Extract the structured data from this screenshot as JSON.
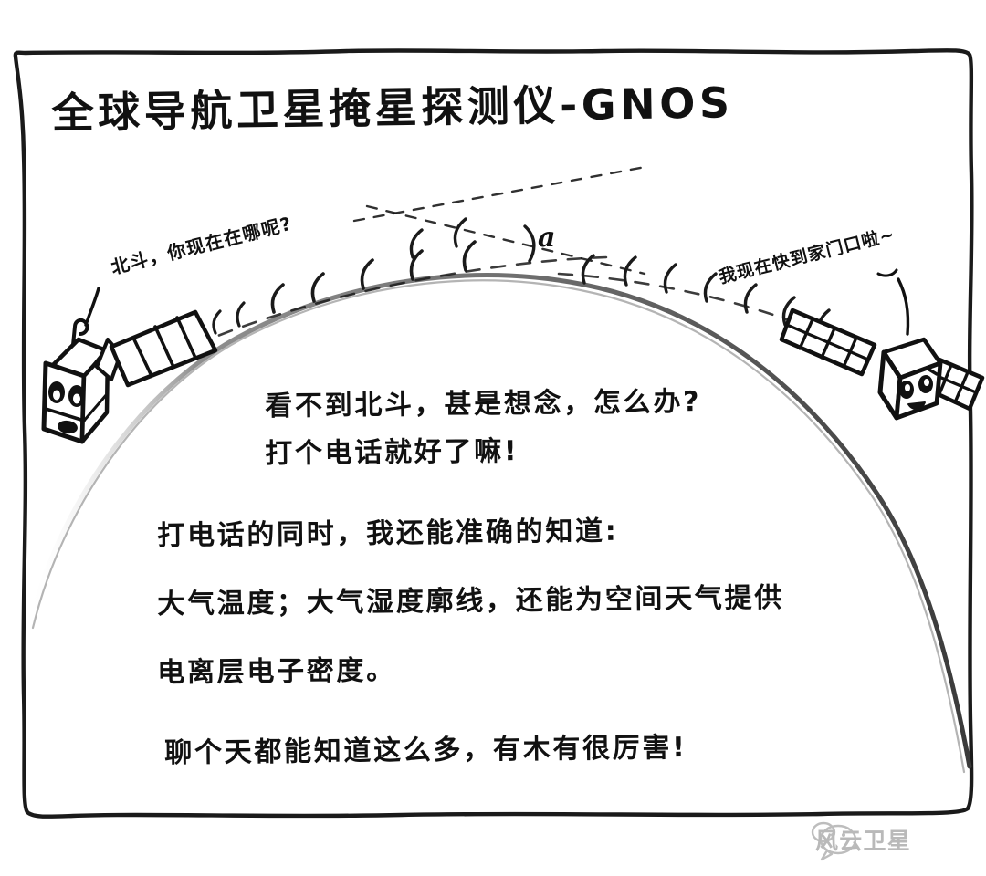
{
  "page": {
    "title": "全球导航卫星掩星探测仪-GNOS",
    "background_color": "#ffffff",
    "ink_color": "#111111",
    "frame_color": "#1a1a1a",
    "earth_limb_color": "#555555",
    "watermark_color": "#b9b9b9"
  },
  "satellites": {
    "left": {
      "name": "navigation-satellite-left",
      "speech": "北斗，你现在在哪呢?"
    },
    "right": {
      "name": "gnos-satellite-right",
      "speech": "我现在快到家门口啦~"
    }
  },
  "diagram": {
    "angle_label": "a",
    "earth_limb_label": "earth-limb-arc",
    "ray_label": "occultation-signal-ray"
  },
  "body": {
    "line_1": "看不到北斗，甚是想念，怎么办?",
    "line_2": "打个电话就好了嘛!",
    "line_3": "打电话的同时，我还能准确的知道:",
    "line_4": "大气温度；大气湿度廓线，还能为空间天气提供",
    "line_5": "电离层电子密度。",
    "line_6": "聊个天都能知道这么多，有木有很厉害!"
  },
  "watermark": {
    "icon": "wechat-icon",
    "text": "风云卫星"
  }
}
